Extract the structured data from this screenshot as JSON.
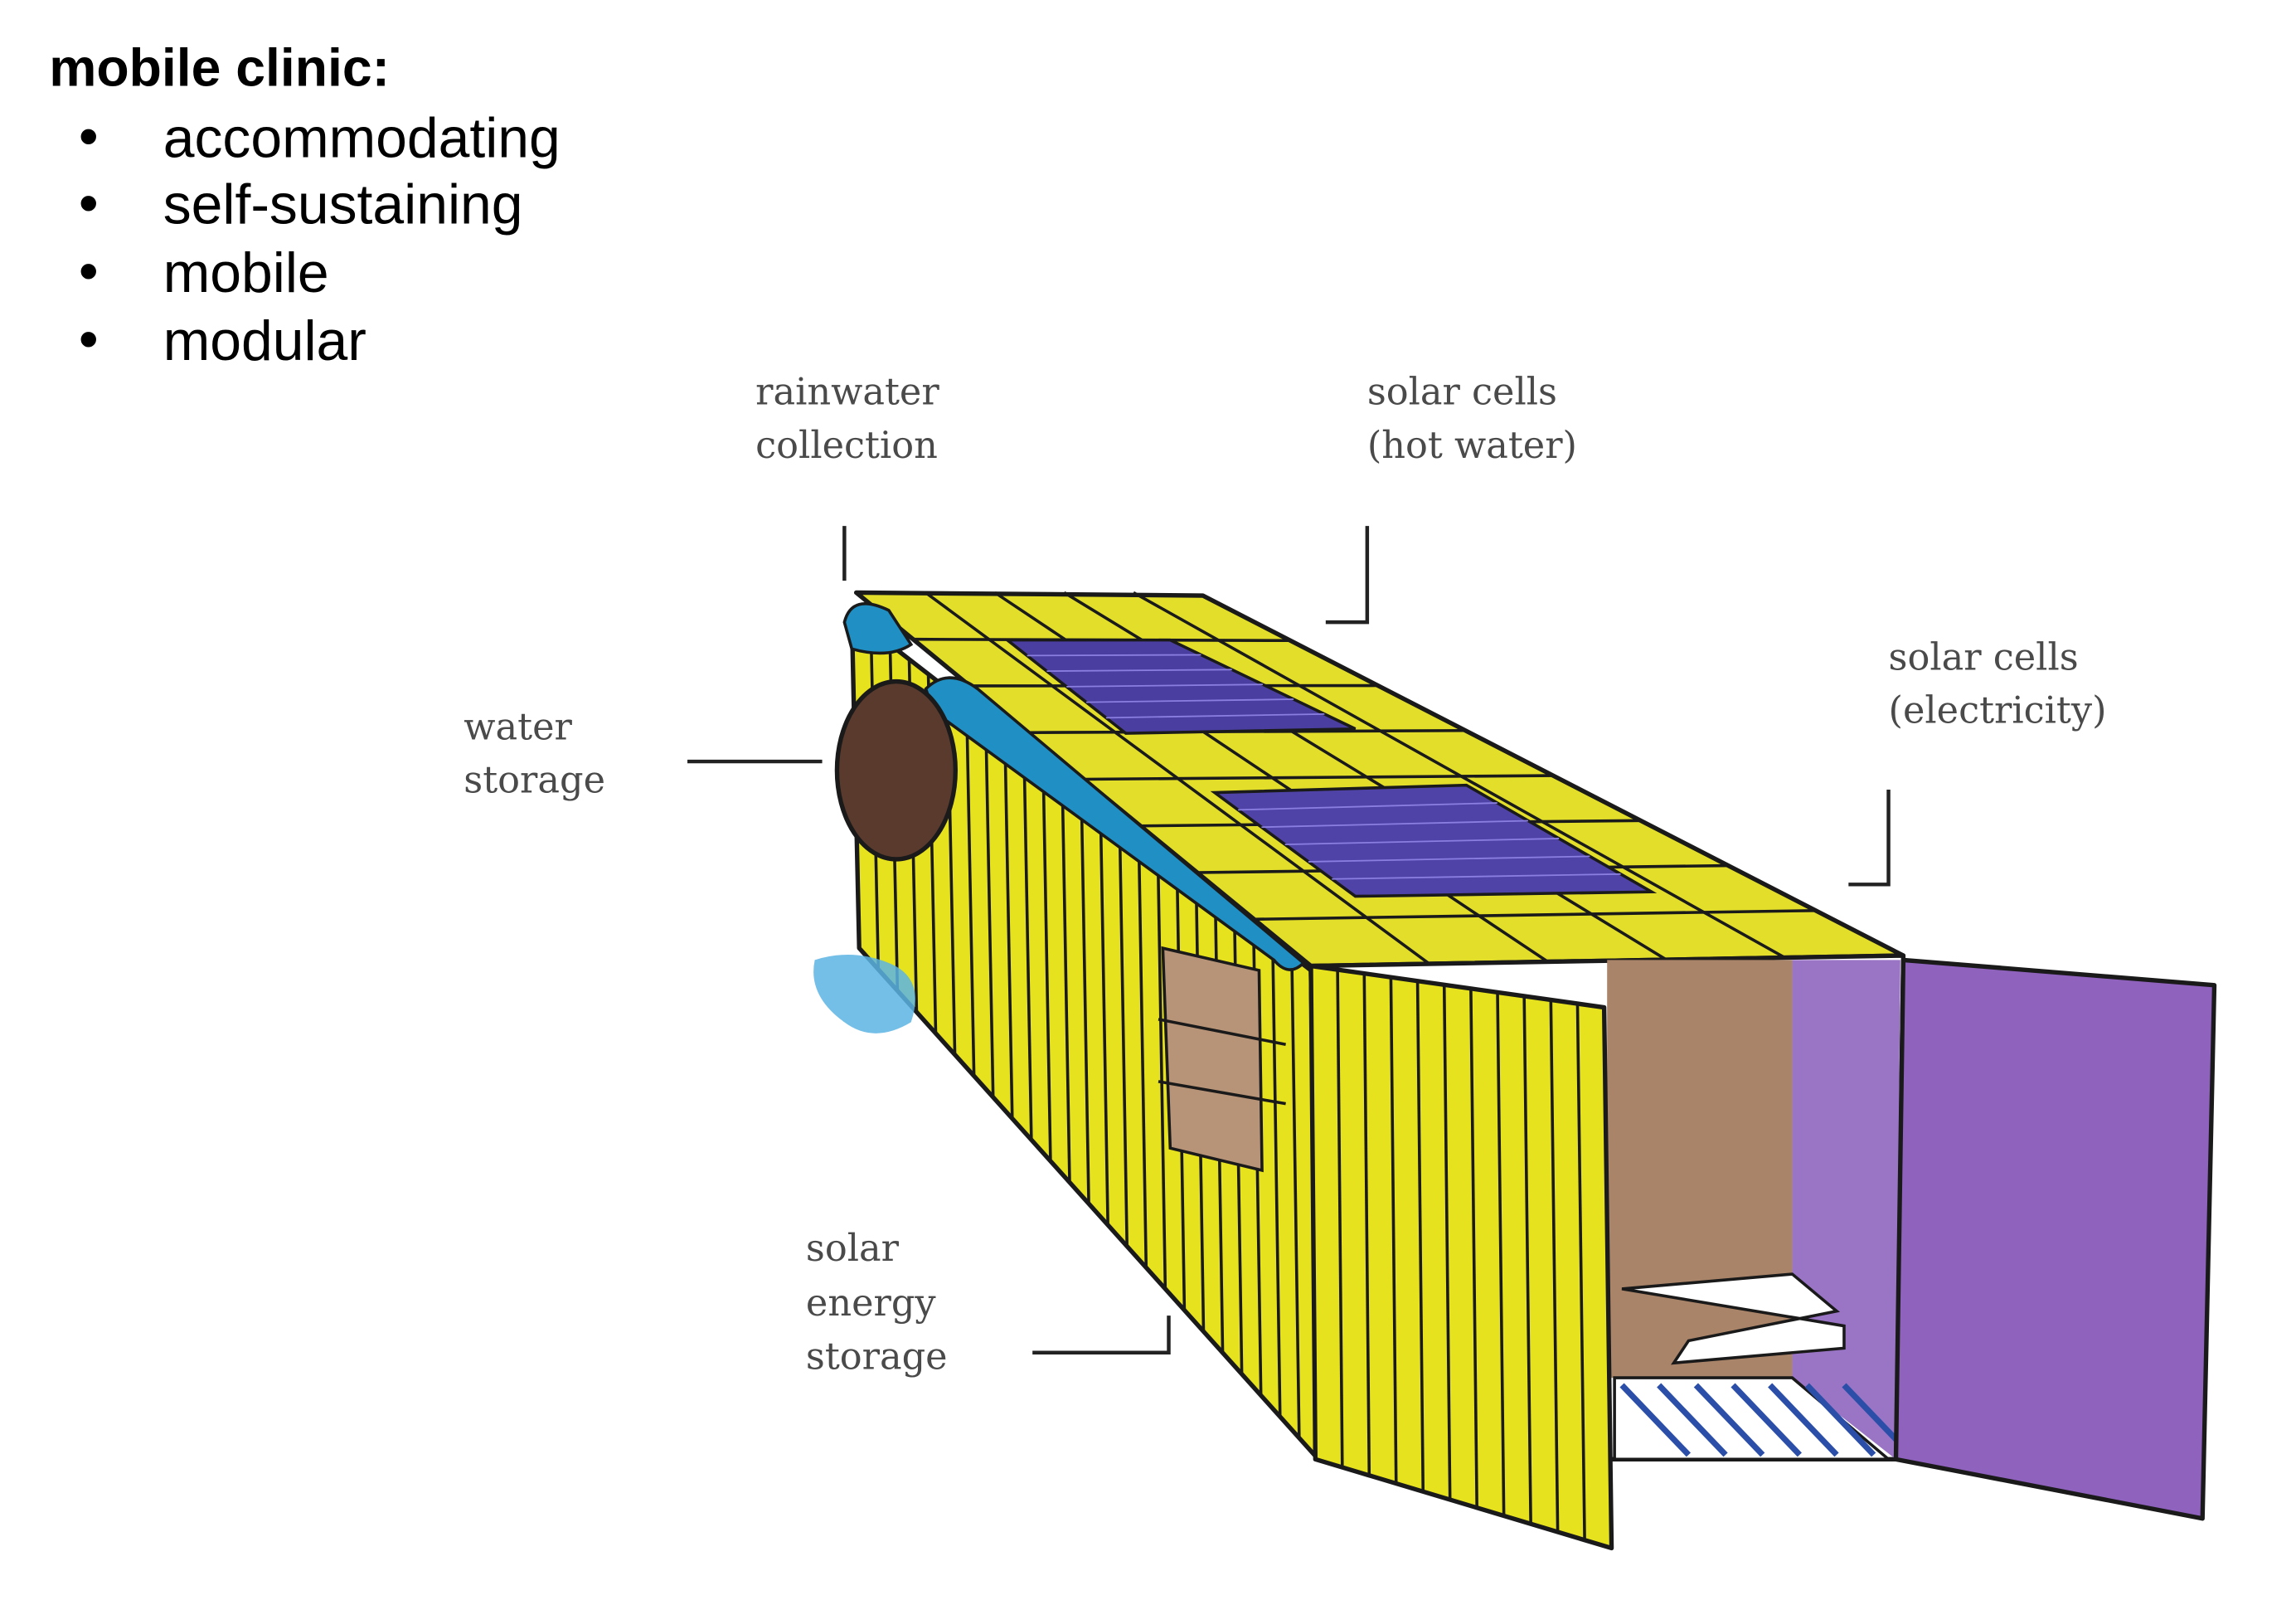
{
  "title": "mobile clinic:",
  "features": [
    "accommodating",
    "self-sustaining",
    "mobile",
    "modular"
  ],
  "labels": {
    "rainwater": [
      "rainwater",
      "collection"
    ],
    "solar_hot_water": [
      "solar cells",
      "(hot water)"
    ],
    "solar_electricity": [
      "solar cells",
      "(electricity)"
    ],
    "water_storage": [
      "water",
      "storage"
    ],
    "solar_energy_storage": [
      "solar",
      "energy",
      "storage"
    ]
  },
  "colors": {
    "body": "#e6e21e",
    "panel": "#4a3fa0",
    "door": "#8e62bd",
    "interior": "#a98468",
    "tank": "#5a3a2c",
    "gutter": "#1f8fc4"
  }
}
